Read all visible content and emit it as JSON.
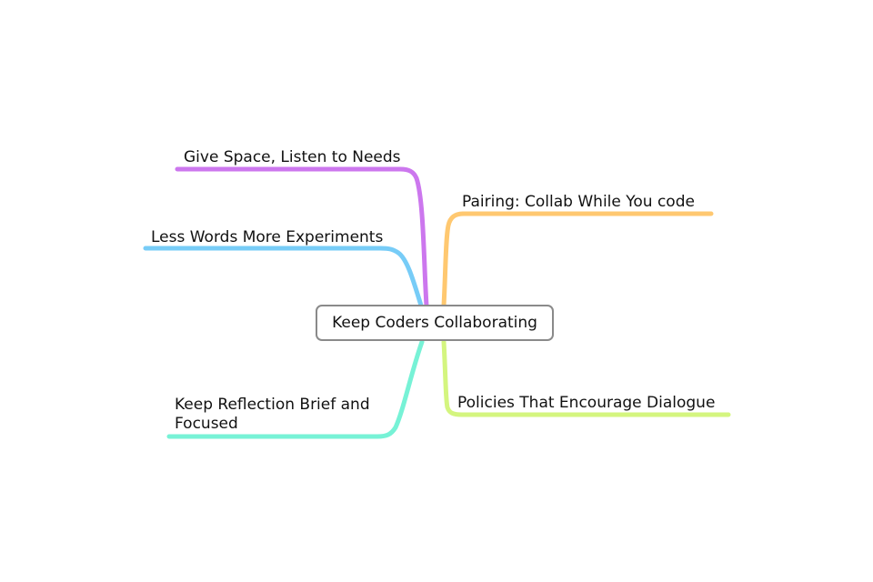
{
  "central_topic": "Keep Coders Collaborating",
  "branches": [
    {
      "id": "give-space",
      "label": "Give Space, Listen to Needs",
      "color": "#cc77ee"
    },
    {
      "id": "less-words",
      "label": "Less Words More Experiments",
      "color": "#77ccf7"
    },
    {
      "id": "keep-reflection",
      "label": "Keep Reflection Brief and Focused",
      "color": "#77f2d6"
    },
    {
      "id": "pairing",
      "label": "Pairing: Collab While You code",
      "color": "#ffc870"
    },
    {
      "id": "policies",
      "label": "Policies That Encourage Dialogue",
      "color": "#d4f57f"
    }
  ]
}
